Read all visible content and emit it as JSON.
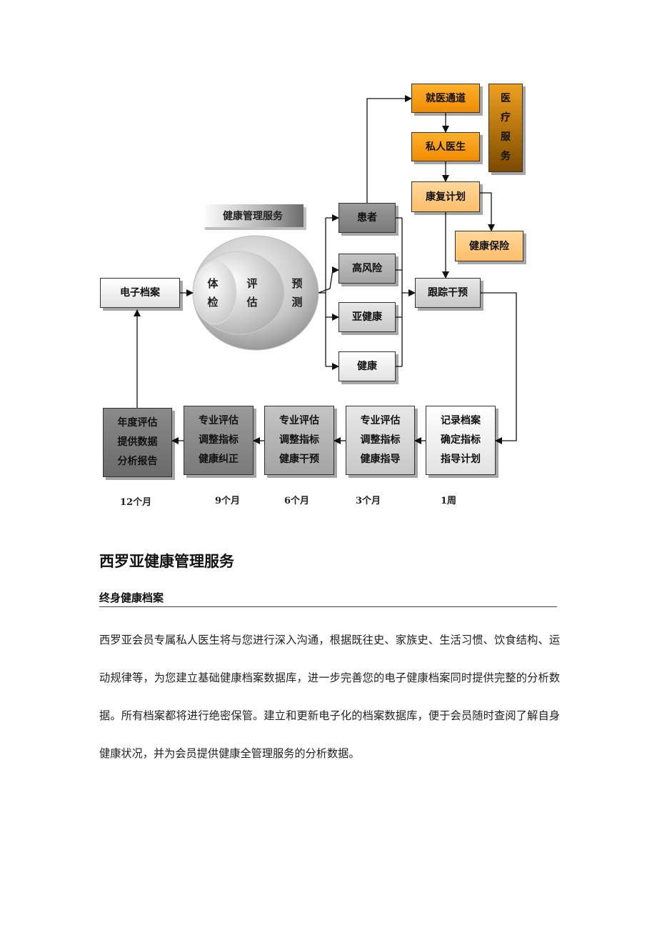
{
  "diagram": {
    "banner": "健康管理服务",
    "record": "电子档案",
    "oval": {
      "checkup": "体检",
      "assess": "评估",
      "predict": "预测"
    },
    "categories": [
      "患者",
      "高风险",
      "亚健康",
      "健康"
    ],
    "medical": {
      "channel": "就医通道",
      "doctor": "私人医生",
      "rehab": "康复计划",
      "insurance": "健康保险",
      "label": "医疗服务"
    },
    "tracking": "跟踪干预",
    "timeline": [
      {
        "lines": [
          "年度评估",
          "提供数据",
          "分析报告"
        ],
        "period": "12个月"
      },
      {
        "lines": [
          "专业评估",
          "调整指标",
          "健康纠正"
        ],
        "period": "9个月"
      },
      {
        "lines": [
          "专业评估",
          "调整指标",
          "健康干预"
        ],
        "period": "6个月"
      },
      {
        "lines": [
          "专业评估",
          "调整指标",
          "健康指导"
        ],
        "period": "3个月"
      },
      {
        "lines": [
          "记录档案",
          "确定指标",
          "指导计划"
        ],
        "period": "1周"
      }
    ]
  },
  "article": {
    "title": "西罗亚健康管理服务",
    "section_title": "终身健康档案",
    "paragraph": "西罗亚会员专属私人医生将与您进行深入沟通，根据既往史、家族史、生活习惯、饮食结构、运动规律等，为您建立基础健康档案数据库，进一步完善您的电子健康档案同时提供完整的分析数据。所有档案都将进行绝密保管。建立和更新电子化的档案数据库，便于会员随时查阅了解自身健康状况，并为会员提供健康全管理服务的分析数据。"
  }
}
